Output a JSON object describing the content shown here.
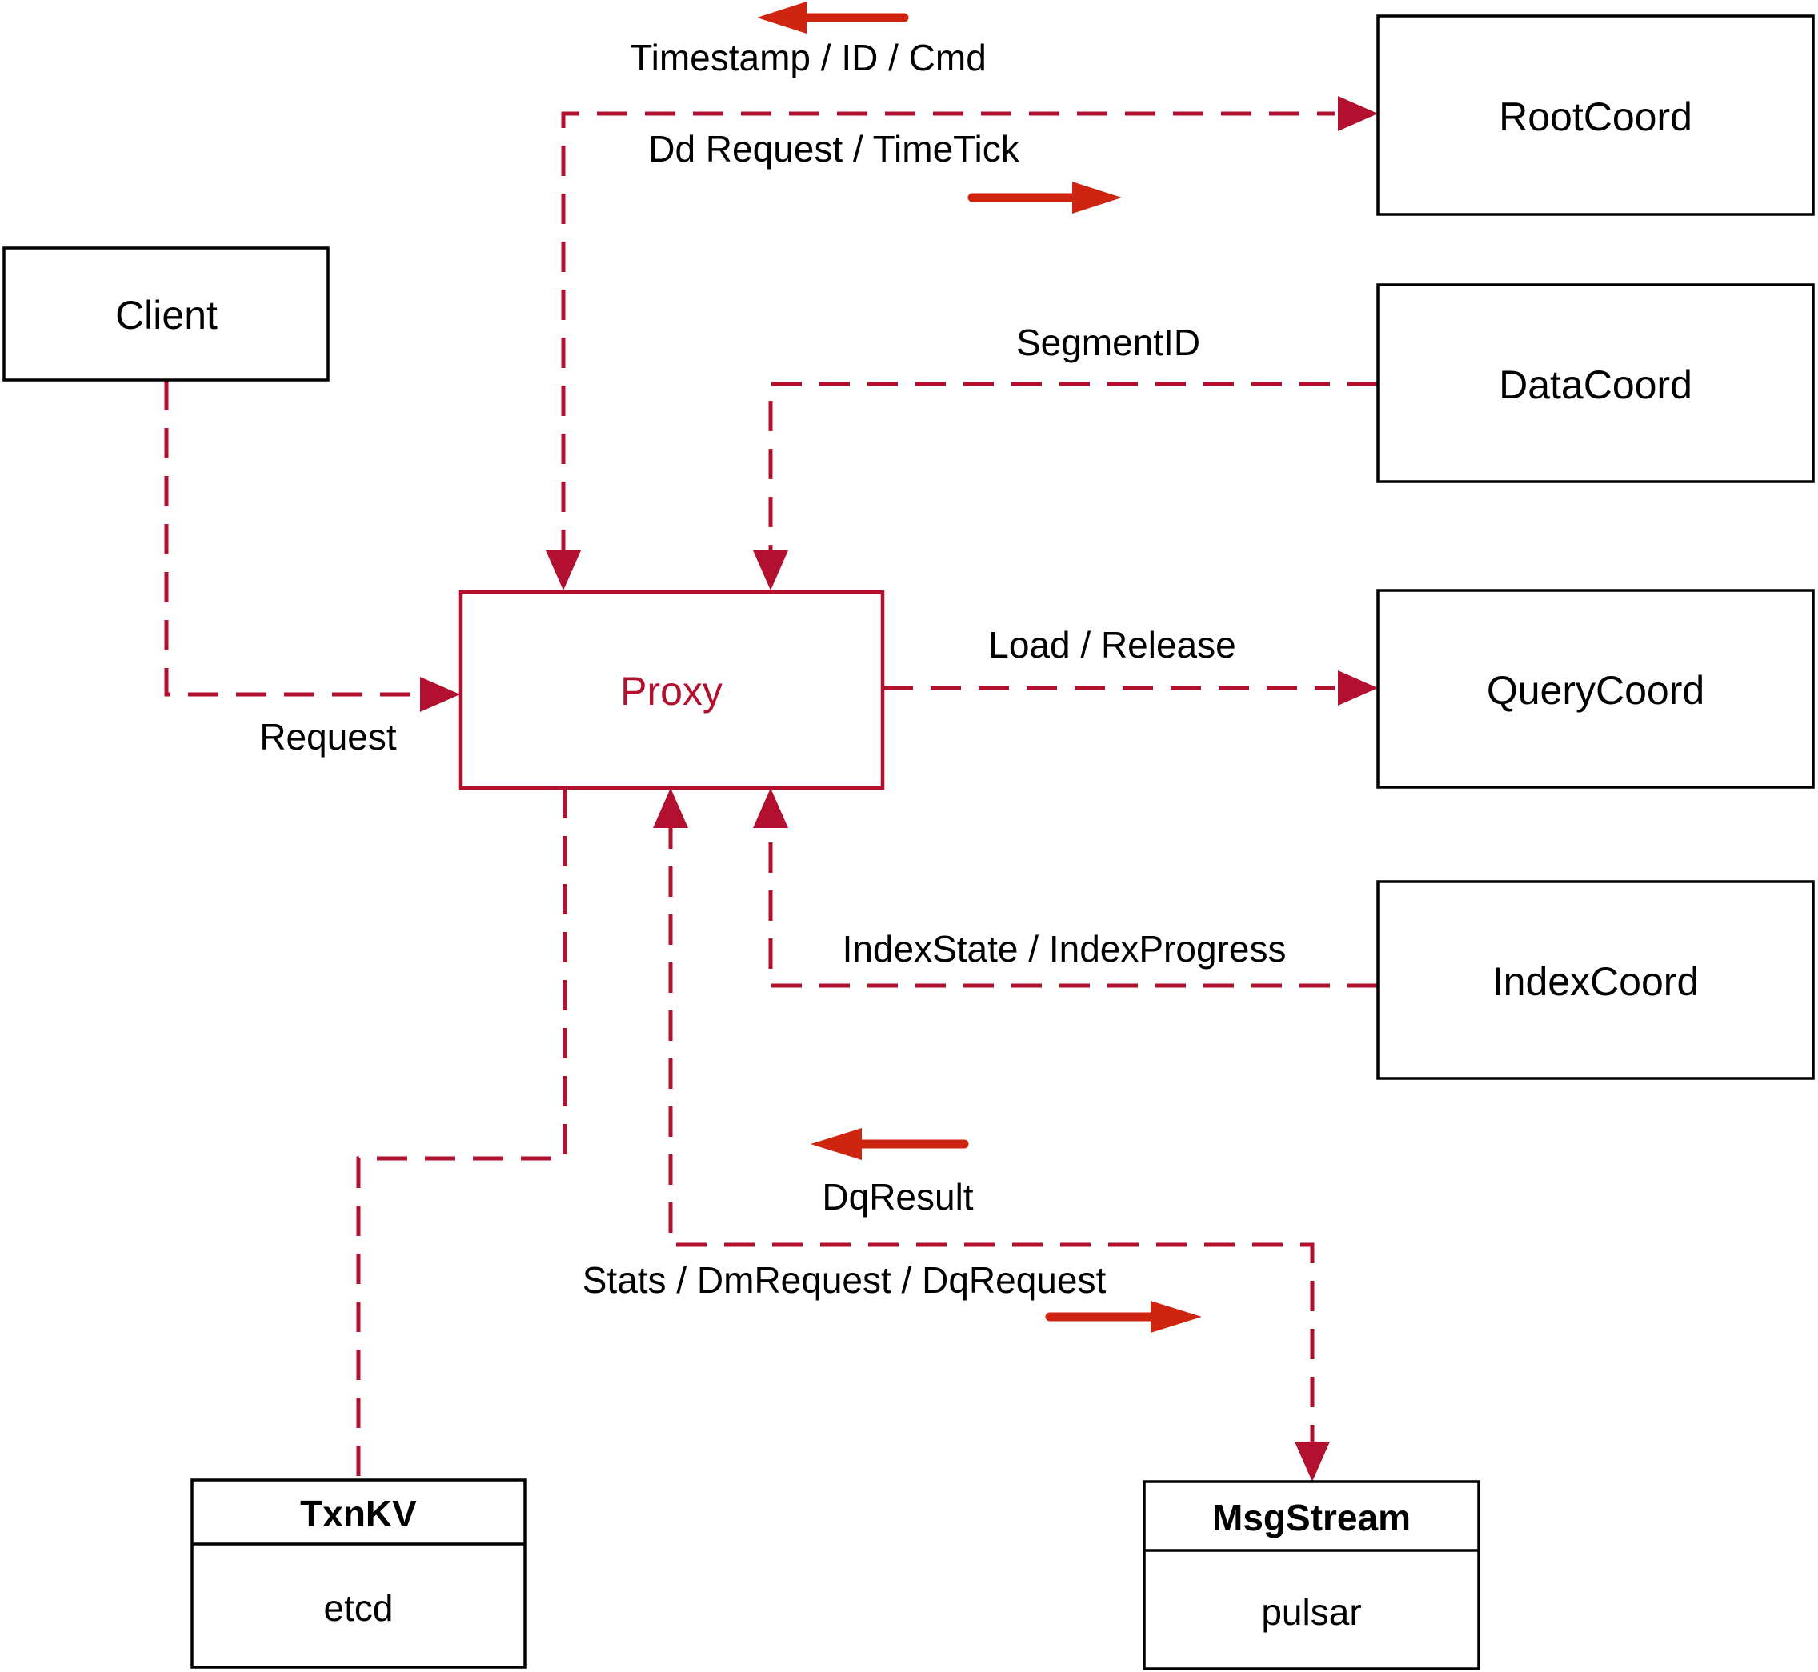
{
  "colors": {
    "connector_dashed": "#b2102e",
    "flow_arrow": "#cf2410",
    "box_border": "#000000",
    "proxy_accent": "#b2102e",
    "background": "#ffffff"
  },
  "nodes": {
    "client": {
      "label": "Client"
    },
    "proxy": {
      "label": "Proxy"
    },
    "rootcoord": {
      "label": "RootCoord"
    },
    "datacoord": {
      "label": "DataCoord"
    },
    "querycoord": {
      "label": "QueryCoord"
    },
    "indexcoord": {
      "label": "IndexCoord"
    },
    "txnkv": {
      "title": "TxnKV",
      "value": "etcd"
    },
    "msgstream": {
      "title": "MsgStream",
      "value": "pulsar"
    }
  },
  "edge_labels": {
    "timestamp": "Timestamp / ID / Cmd",
    "dd_request": "Dd Request / TimeTick",
    "segment_id": "SegmentID",
    "load_release": "Load / Release",
    "index_state": "IndexState / IndexProgress",
    "dq_result": "DqResult",
    "stats": "Stats / DmRequest / DqRequest",
    "request": "Request"
  },
  "edges": [
    {
      "from": "Client",
      "to": "Proxy",
      "direction": "to",
      "label": "Request"
    },
    {
      "from": "Proxy",
      "to": "RootCoord",
      "direction": "both",
      "label_return": "Timestamp / ID / Cmd",
      "label_forward": "Dd Request / TimeTick"
    },
    {
      "from": "DataCoord",
      "to": "Proxy",
      "direction": "to",
      "label": "SegmentID"
    },
    {
      "from": "Proxy",
      "to": "QueryCoord",
      "direction": "to",
      "label": "Load / Release"
    },
    {
      "from": "IndexCoord",
      "to": "Proxy",
      "direction": "to",
      "label": "IndexState / IndexProgress"
    },
    {
      "from": "Proxy",
      "to": "TxnKV",
      "direction": "none",
      "label": ""
    },
    {
      "from": "Proxy",
      "to": "MsgStream",
      "direction": "both",
      "label_return": "DqResult",
      "label_forward": "Stats / DmRequest / DqRequest"
    }
  ]
}
